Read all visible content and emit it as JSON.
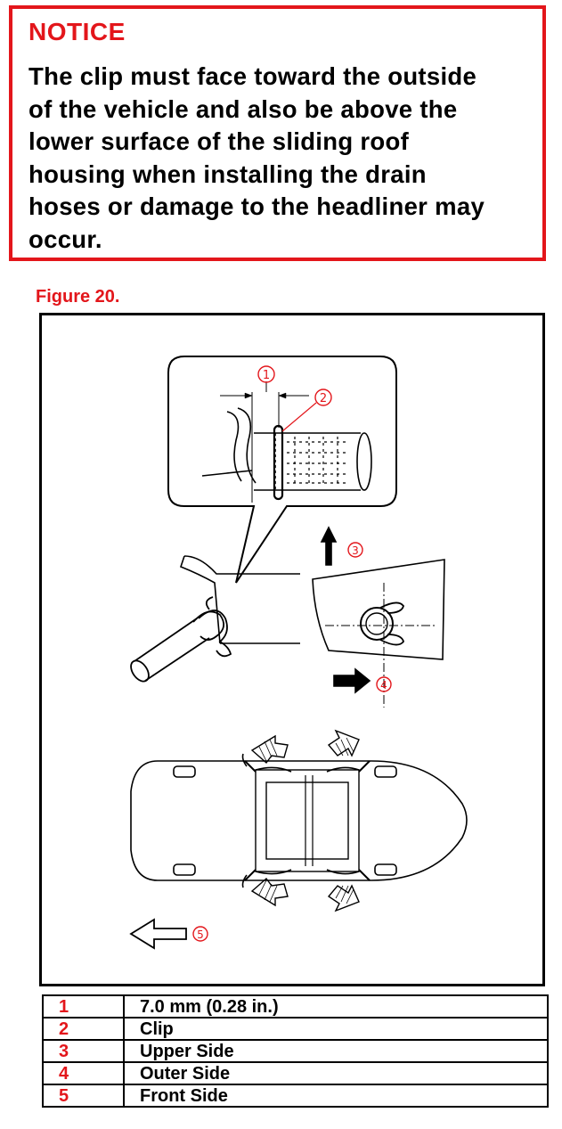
{
  "notice": {
    "title": "NOTICE",
    "lines": [
      "The clip must face toward the outside",
      "of the vehicle and also be above the",
      "lower surface of the sliding roof",
      "housing when installing the drain",
      "hoses or damage to the headliner may",
      "occur."
    ]
  },
  "figure": {
    "caption": "Figure 20.",
    "callouts": [
      "1",
      "2",
      "3",
      "4",
      "5"
    ]
  },
  "legend": [
    {
      "num": "1",
      "text": "7.0 mm (0.28 in.)"
    },
    {
      "num": "2",
      "text": "Clip"
    },
    {
      "num": "3",
      "text": "Upper Side"
    },
    {
      "num": "4",
      "text": "Outer Side"
    },
    {
      "num": "5",
      "text": "Front Side"
    }
  ],
  "colors": {
    "accent": "#e3161b",
    "text": "#000000"
  }
}
